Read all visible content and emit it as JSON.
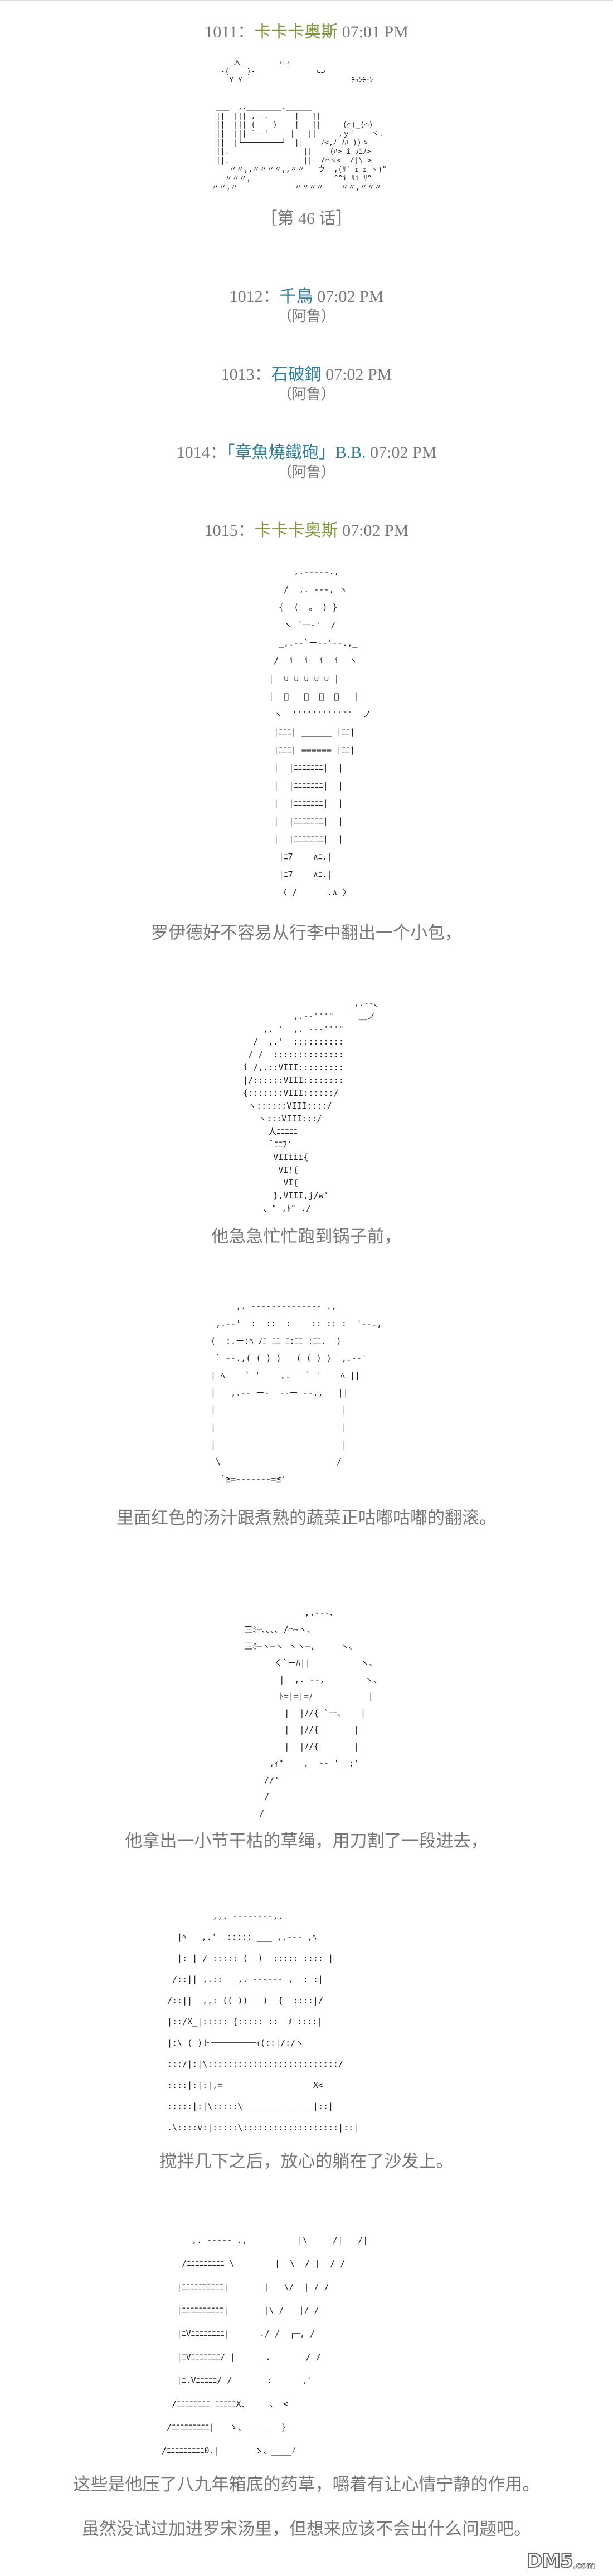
{
  "posts": [
    {
      "number": "1011：",
      "name": "卡卡卡奥斯",
      "time": "07:01 PM",
      "color": "#7f9a3c"
    },
    {
      "number": "1012：",
      "name": "千鳥",
      "time": "07:02 PM",
      "sub": "（阿鲁）",
      "color": "#2f7f9c"
    },
    {
      "number": "1013：",
      "name": "石破鋼",
      "time": "07:02 PM",
      "sub": "（阿鲁）",
      "color": "#2f7f9c"
    },
    {
      "number": "1014：",
      "name": "「章魚燒鐵砲」B.B.",
      "time": "07:02 PM",
      "sub": "（阿鲁）",
      "color": "#2f7f9c"
    },
    {
      "number": "1015：",
      "name": "卡卡卡奥斯",
      "time": "07:02 PM",
      "color": "#7f9a3c"
    }
  ],
  "chapter": "［第 46 话］",
  "art": {
    "a0": "    _人_        ⊂⊃\n  -(    )-              ⊂⊃\n    Y Y                         ﾁｭﾝﾁｭﾝ\n\n\n ___  ,.________.______\n ||  ||| ,--.      |   ||\n ||  ||| (    )    |   ||     (⌒)_(⌒)\n ||  ||| `--'     |   ||     ,ｙ'    ヾ.\n ||  |└─────────┘  ||    ﾉ<,ﾉ ﾉﾊ ))ゝ\n ||.                 ||    (ﾊ> i ﾜiﾉ>\n ||.                 ||  /⌒ヽ<__/j\\ >\n    〃〃,,〃〃〃〃,,〃〃   ウ  ,(ﾘ' ｪ ｪ ヽ)\"\n   〃〃〃,                   ^^i_ﾘi_ﾘ^\n〃〃,〃             〃〃〃〃    〃〃,〃〃〃",
    "a1": "        ,.-‐‐‐-.,\n      /  ,. -‐-, ヽ\n     {  (  。 ) }\n      ヽ `ー‐'  /\n     _,.-‐`ー‐‐'‐-.,_\n    /  i  i  i  i  ヽ\n   |  ∪ ∪ ∪ ∪ ∪ |\n   |  ﾟ   ﾟ  ﾟ  ﾟ   |\n    ヽ  ''''''''''''  ノ\n    |ﾆﾆﾆ| ______ |ﾆﾆ|\n    |ﾆﾆﾆ| ====== |ﾆﾆ|\n    |  |ﾆﾆﾆﾆﾆﾆﾆ|  |\n    |  |ﾆﾆﾆﾆﾆﾆﾆ|  |\n    |  |ﾆﾆﾆﾆﾆﾆﾆ|  |\n    |  |ﾆﾆﾆﾆﾆﾆﾆ|  |\n    |  |ﾆﾆﾆﾆﾆﾆﾆ|  |\n     |ﾆ7    ∧ﾆ.|\n     |ﾆ7    ∧ﾆ.|\n     〈_/      .∧_〉",
    "a2": "                         _,.--、\n              ,.-‐'''\"     ＿ノ\n        ,. '  ,. --‐'''\"\n      /  ,.'  ::::::::::\n     / /  ::::::::::::::\n    i /,.::VIII:::::::::\n    |/::::::VIII::::::::\n    {:::::::VIII::::::/\n     ヽ::::::VIII::::/\n       ヽ:::VIII:::/\n         人ﾆﾆﾆﾆﾆ\n          ﾞﾆﾆﾌ'\n          VIIiii{\n           VI!{\n            VI{\n          },VIII,j/w'\n        、\" ,ﾄ\" ./",
    "a3": "       ,. -‐‐‐‐‐‐‐‐‐‐‐‐- .,\n   ,.-‐'  :  ::  :    :: :: :  '‐-.,\n  (  :.ー:ﾍ ﾉﾆ ﾆﾆ ﾆ:ﾆﾆ :ﾆﾆ.  )\n   ` ‐-.,( ( ) )   ( ( ) )  ,.-‐'\n  | ﾍ    ` '    ,.   ` '    ﾍ ||\n  |   ,.-- ー‐  ‐‐ー --.,   ||\n  |                         |\n  |                         |\n  |                         |\n   \\                       /\n    `≧=-------=≦'",
    "a4": "              ,.-‐‐、\n  三ﾐ─､､､､ /⌒~ヽ､\n  三ﾐ─ヽ─ヽ ヽヽ─,     ヽ、\n        く`ーﾊ||          ヽ、\n         |  ,. --,        ヽ、\n         ﾄ=|=|=ﾉ           |\n          |  |ﾉ/{ `ー、   |\n          |  |ﾉ/{       |\n          |  |ﾉ/{       |\n       ,ｨ\" ___,  -- '_ ;'\n      //'\n      /\n     /",
    "a5": "         ,,. ---‐‐‐--,.\n  |ﾍ   ,.'  ::::: ___ ,.-‐- ,ﾍ\n  |: | / ::::: (  )  ::::: :::: |\n /::|| ,.::  _,. -‐‐‐‐- ,  : :|\n/::||  ,,: (( ))   )  {  ::::|/\n|::/X_|::::: {::::: ::  ﾒ ::::|\n|:\\ ( )ト─────────ｨ(::|/:/ヽ\n:::/|:|\\::::::::::::::::::::::::::/\n::::|:|:|,=                  X<\n:::::|:|\\:::::\\______________|::|\n.\\::::v:|:::::\\:::::::::::::::::::|::|",
    "a6": "      ,. ‐‐‐‐- .,          |\\     /|   /|\n    /ﾆﾆﾆﾆﾆﾆﾆﾆﾆ \\        |  \\  / |  / /\n   |ﾆﾆﾆﾆﾆﾆﾆﾆﾆﾆ|       |   \\/  | / /\n   |ﾆﾆﾆﾆﾆﾆﾆﾆﾆﾆ|       |\\_/   |/ /\n   |ﾆVﾆﾆﾆﾆﾆﾆﾆﾆ|      ./ /  ┌─, /\n   |ﾆVﾆﾆﾆﾆﾆﾆﾆ/ |      .       / /\n   |ﾆ.Vﾆﾆﾆﾆﾆ/ /       :      ,'\n  /ﾆﾆﾆﾆﾆﾆﾆﾆ ﾆﾆﾆﾆﾆX、    、 <\n /ﾆﾆﾆﾆﾆﾆﾆﾆﾆ|   ゝ、_____  }\n/ﾆﾆﾆﾆﾆﾆﾆﾆﾆ0.|       ゝ、____ﾉ"
  },
  "captions": [
    "罗伊德好不容易从行李中翻出一个小包，",
    "他急急忙忙跑到锅子前，",
    "里面红色的汤汁跟煮熟的蔬菜正咕嘟咕嘟的翻滚。",
    "他拿出一小节干枯的草绳，用刀割了一段进去，",
    "搅拌几下之后，放心的躺在了沙发上。",
    "这些是他压了八九年箱底的药草，嚼着有让心情宁静的作用。",
    "虽然没试过加进罗宋汤里，但想来应该不会出什么问题吧。"
  ],
  "watermark": {
    "big": "DM5",
    "small": ".com"
  }
}
